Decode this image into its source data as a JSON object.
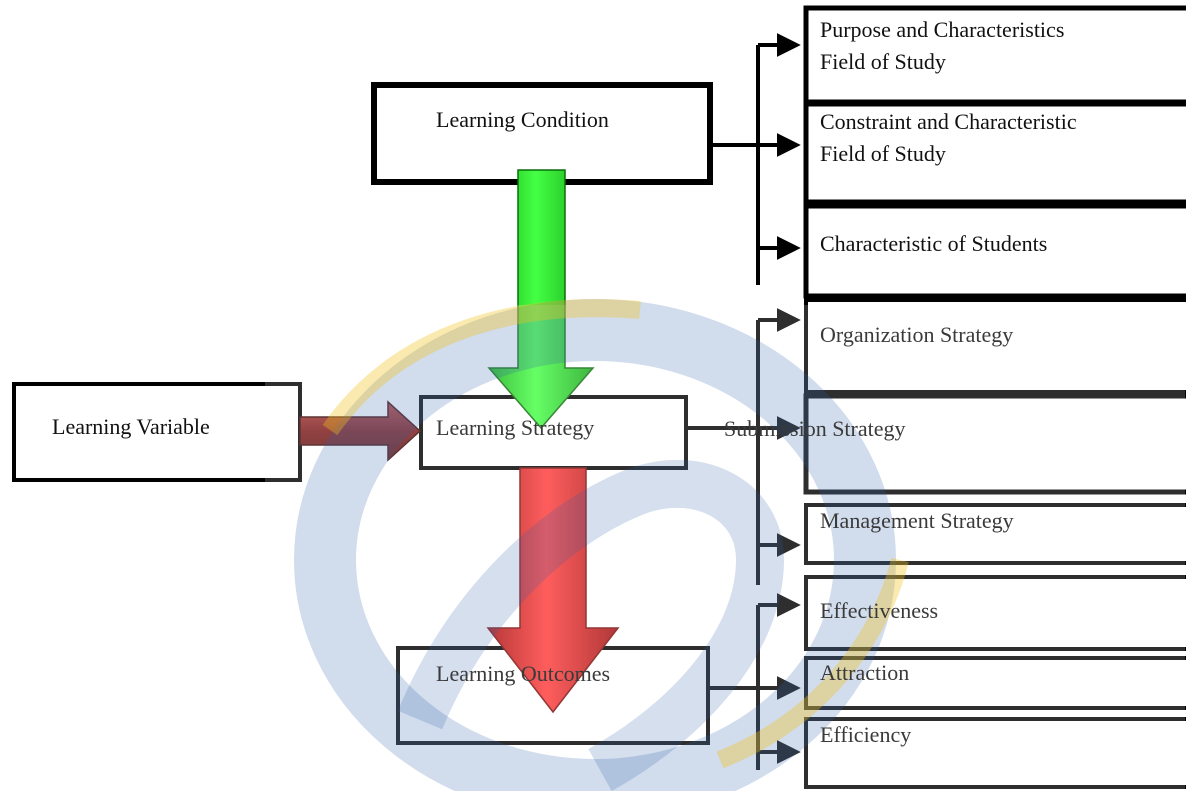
{
  "colors": {
    "box_border": "#000000",
    "arrow_down_top": "#22ee22",
    "arrow_down_bottom": "#e01818",
    "arrow_right": "#8a1f1f",
    "watermark_blue": "#2d5fa8",
    "watermark_yellow": "#f4c21a"
  },
  "icons": {
    "watermark": "circular-swirl-logo-watermark"
  },
  "nodes": {
    "learning_condition": "Learning Condition",
    "learning_variable": "Learning Variable",
    "learning_strategy": "Learning Strategy",
    "learning_outcomes": "Learning Outcomes"
  },
  "conditions": [
    {
      "line1": "Purpose and Characteristics",
      "line2": "Field of Study"
    },
    {
      "line1": "Constraint and Characteristic",
      "line2": "Field of Study"
    },
    {
      "line1": "Characteristic of Students",
      "line2": ""
    }
  ],
  "strategies": [
    "Organization Strategy",
    "Submission Strategy",
    "Management Strategy"
  ],
  "outcomes": [
    "Effectiveness",
    "Attraction",
    "Efficiency"
  ]
}
